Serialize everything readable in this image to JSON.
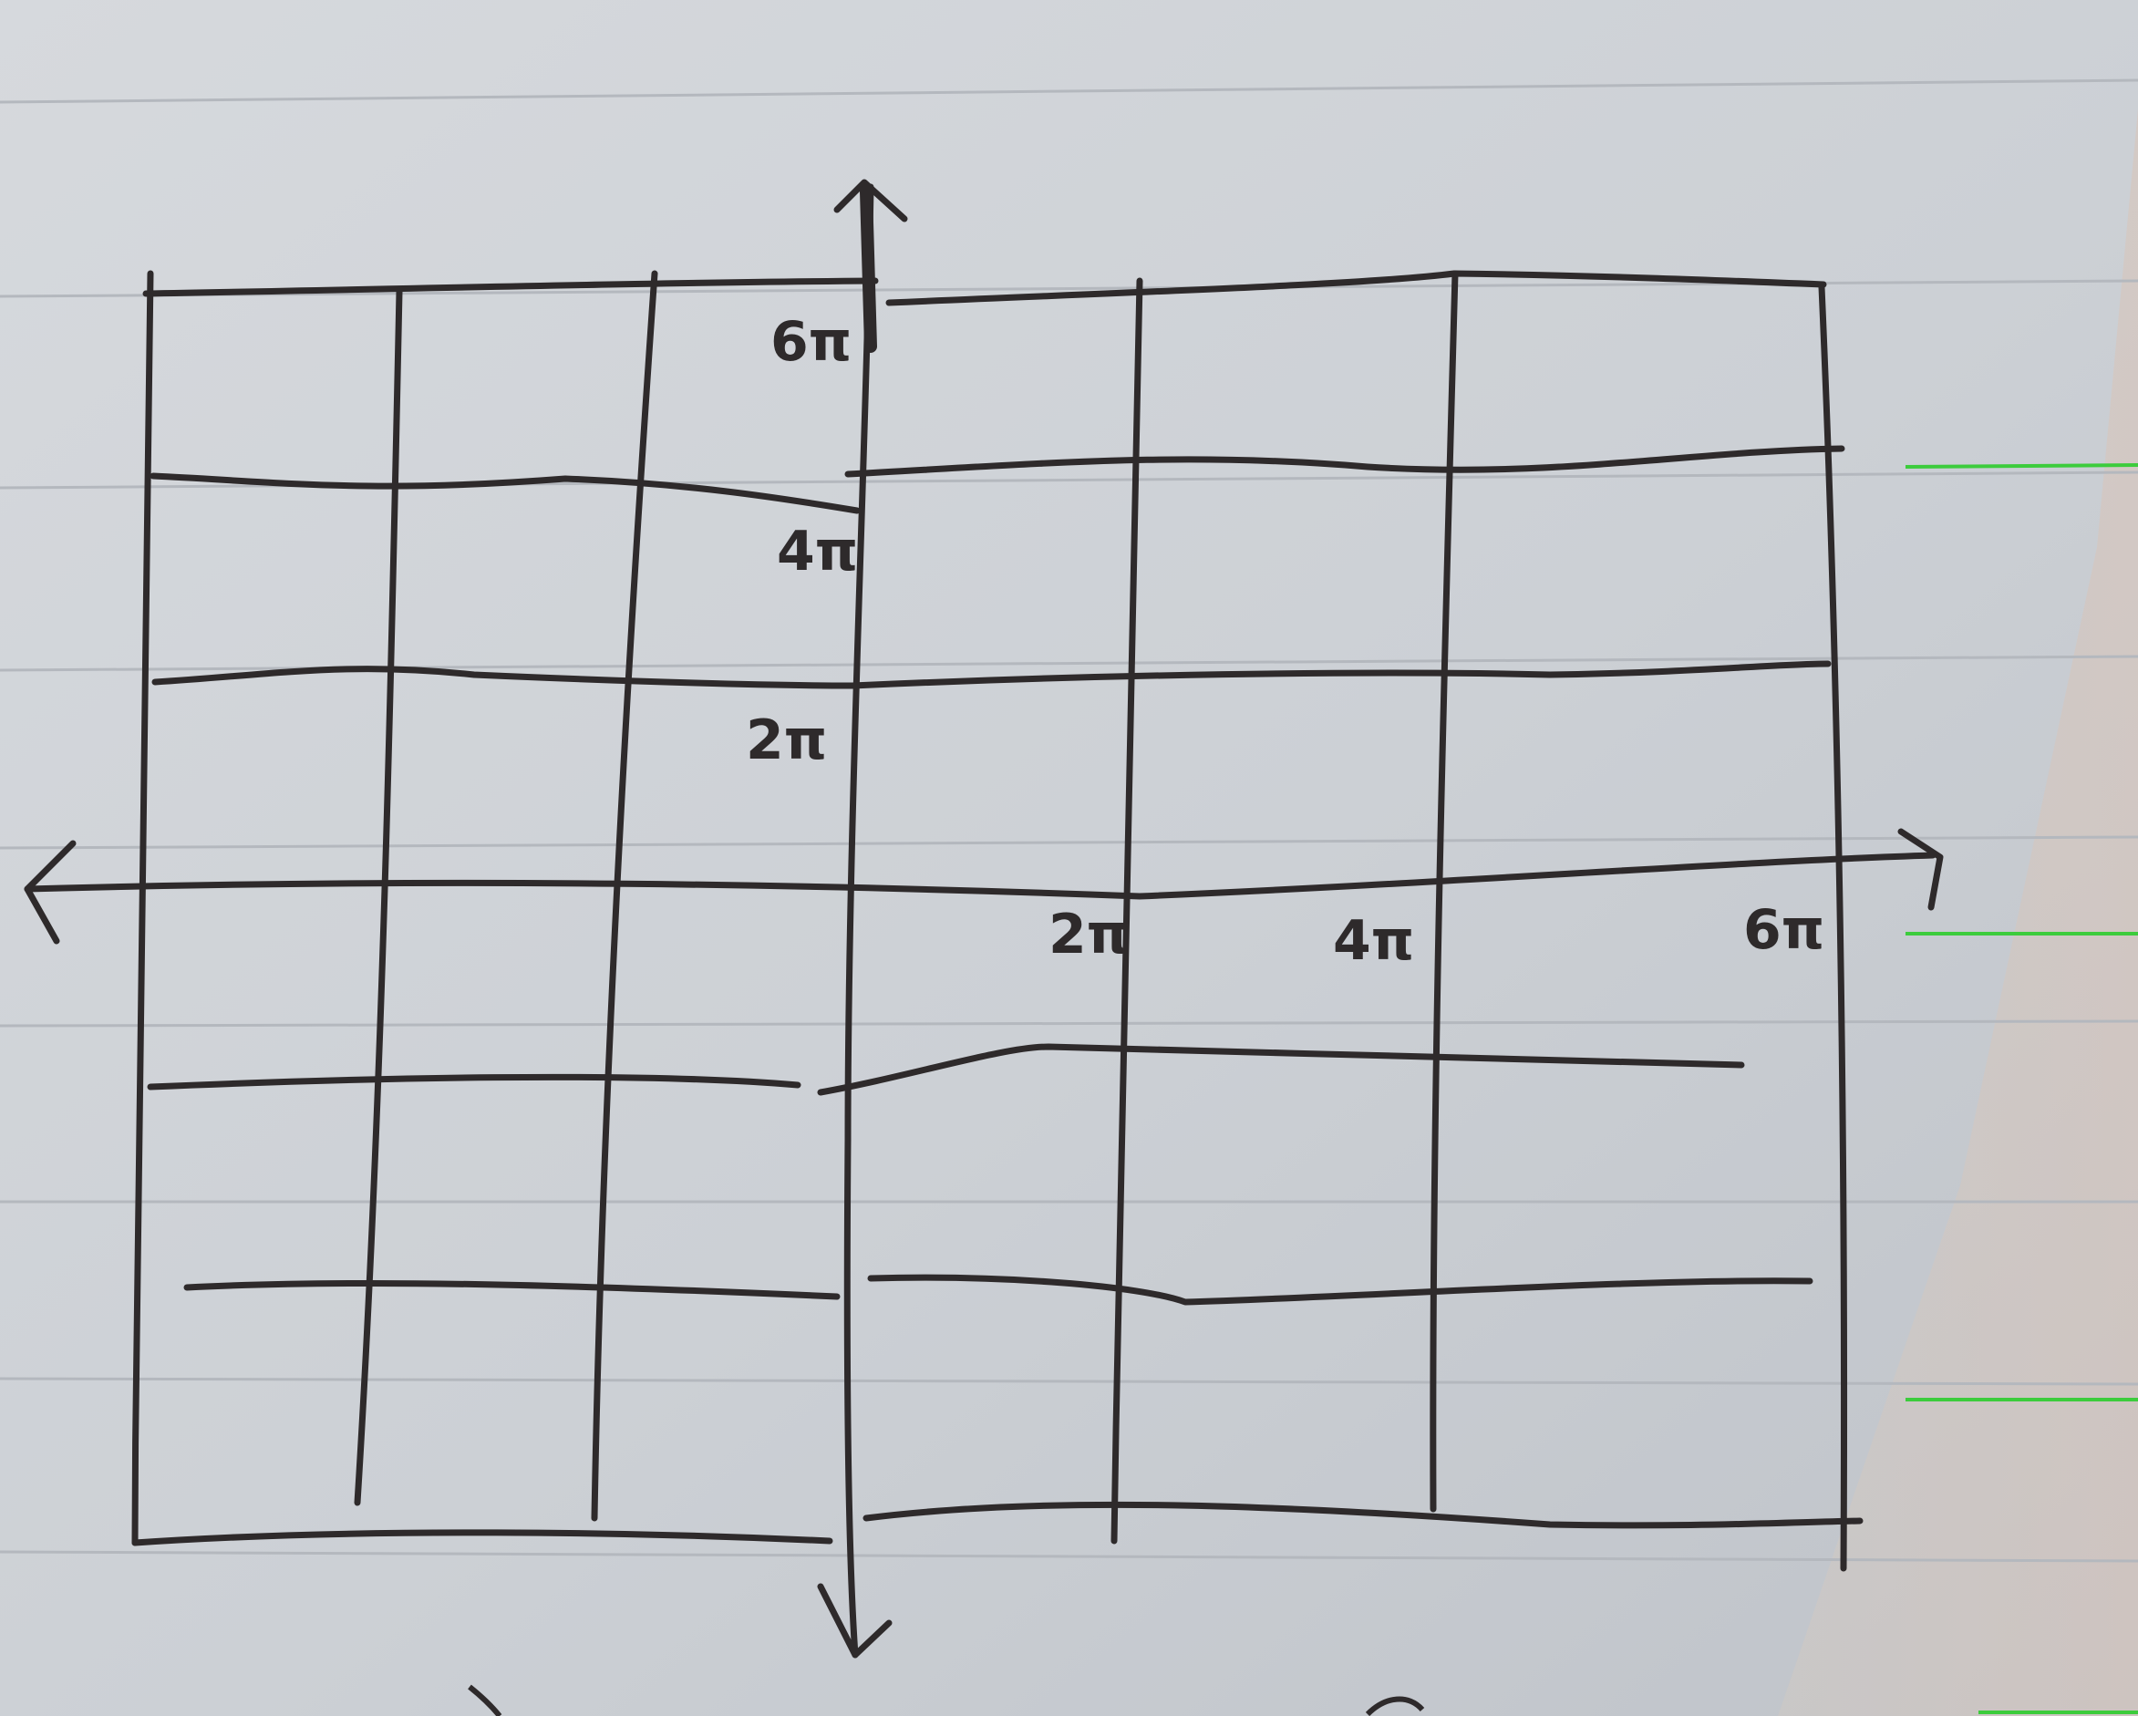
{
  "photo": {
    "paper_color": "#d3d6da",
    "ruling_color": "#b9bcc2",
    "pen_color": "#2e2a2b",
    "highlight_color": "#3ccc3c"
  },
  "graph": {
    "x_tick_labels": [
      "2π",
      "4π",
      "6π"
    ],
    "y_tick_labels": [
      "6π",
      "4π",
      "2π"
    ]
  }
}
